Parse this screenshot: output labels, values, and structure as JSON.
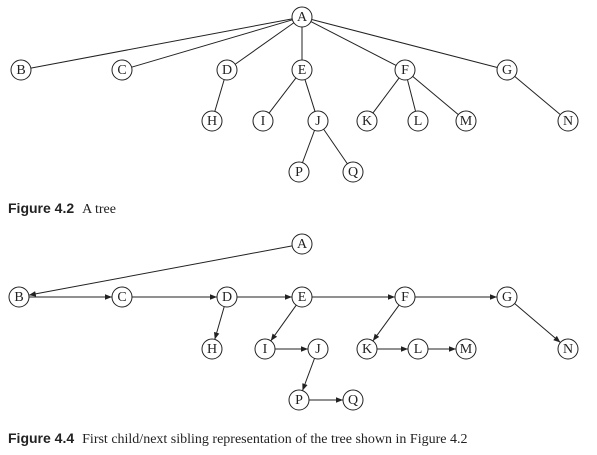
{
  "figures": [
    {
      "label": "Figure 4.2",
      "caption": "A tree",
      "nodes": [
        "A",
        "B",
        "C",
        "D",
        "E",
        "F",
        "G",
        "H",
        "I",
        "J",
        "K",
        "L",
        "M",
        "N",
        "P",
        "Q"
      ],
      "edges": [
        [
          "A",
          "B"
        ],
        [
          "A",
          "C"
        ],
        [
          "A",
          "D"
        ],
        [
          "A",
          "E"
        ],
        [
          "A",
          "F"
        ],
        [
          "A",
          "G"
        ],
        [
          "D",
          "H"
        ],
        [
          "E",
          "I"
        ],
        [
          "E",
          "J"
        ],
        [
          "J",
          "P"
        ],
        [
          "J",
          "Q"
        ],
        [
          "F",
          "K"
        ],
        [
          "F",
          "L"
        ],
        [
          "F",
          "M"
        ],
        [
          "G",
          "N"
        ]
      ]
    },
    {
      "label": "Figure 4.4",
      "caption": "First child/next sibling representation of the tree shown in Figure 4.2",
      "nodes": [
        "A",
        "B",
        "C",
        "D",
        "E",
        "F",
        "G",
        "H",
        "I",
        "J",
        "K",
        "L",
        "M",
        "N",
        "P",
        "Q"
      ],
      "edges": [
        [
          "A",
          "B"
        ],
        [
          "B",
          "C"
        ],
        [
          "C",
          "D"
        ],
        [
          "D",
          "E"
        ],
        [
          "E",
          "F"
        ],
        [
          "F",
          "G"
        ],
        [
          "D",
          "H"
        ],
        [
          "E",
          "I"
        ],
        [
          "I",
          "J"
        ],
        [
          "J",
          "P"
        ],
        [
          "P",
          "Q"
        ],
        [
          "F",
          "K"
        ],
        [
          "K",
          "L"
        ],
        [
          "L",
          "M"
        ],
        [
          "G",
          "N"
        ]
      ]
    }
  ]
}
